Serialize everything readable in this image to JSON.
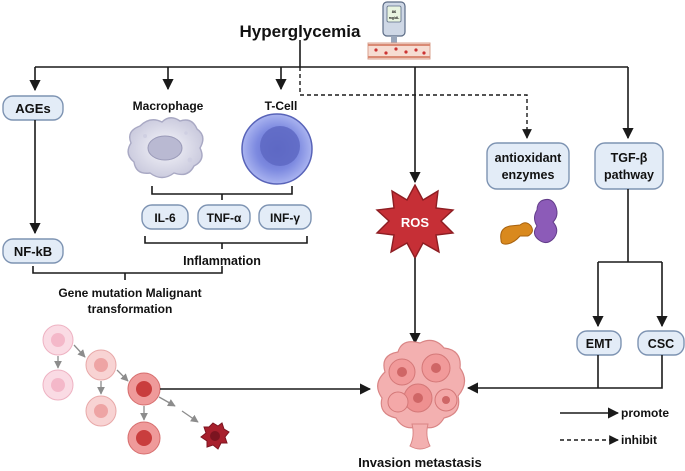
{
  "title": "Hyperglycemia",
  "glucometer": {
    "line1": "86",
    "line2": "mg/dL"
  },
  "nodes": {
    "ages": "AGEs",
    "macrophage": "Macrophage",
    "tcell": "T-Cell",
    "antioxidant": [
      "antioxidant",
      "enzymes"
    ],
    "tgf": [
      "TGF-β",
      "pathway"
    ],
    "ros": "ROS",
    "il6": "IL-6",
    "tnf": "TNF-α",
    "inf": "INF-γ",
    "nfkb": "NF-kB",
    "inflammation": "Inflammation",
    "gene_mutation": [
      "Gene mutation Malignant",
      "transformation"
    ],
    "emt": "EMT",
    "csc": "CSC",
    "invasion": "Invasion metastasis"
  },
  "legend": {
    "promote": "promote",
    "inhibit": "inhibit"
  },
  "colors": {
    "box_fill": "#e3ecf7",
    "box_stroke": "#7d93b2",
    "ros": "#c62f36",
    "tcell": "#6f7fd6",
    "tumor": "#f0a0a0",
    "enzyme_orange": "#d9891e",
    "enzyme_purple": "#8c5bb8"
  }
}
